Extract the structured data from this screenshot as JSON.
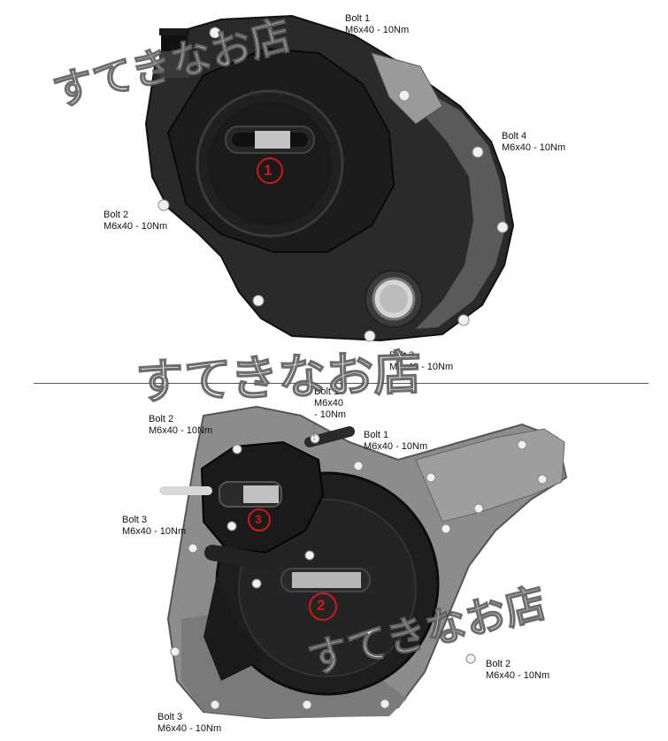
{
  "top_cover": {
    "marker": "1",
    "labels": [
      {
        "name": "Bolt 1",
        "spec": "M6x40 - 10Nm"
      },
      {
        "name": "Bolt 4",
        "spec": "M6x40 - 10Nm"
      },
      {
        "name": "Bolt 2",
        "spec": "M6x40 - 10Nm"
      },
      {
        "name": "Bolt 3",
        "spec": "M6x40 - 10Nm"
      }
    ]
  },
  "bottom_cover": {
    "marker_cover": "2",
    "marker_pump": "3",
    "labels": [
      {
        "name": "Bolt 1",
        "spec": "M6x40",
        "extra": "- 10Nm"
      },
      {
        "name": "Bolt 2",
        "spec": "M6x40 - 10Nm"
      },
      {
        "name": "Bolt 1",
        "spec": "M6x40 - 10Nm"
      },
      {
        "name": "Bolt 3",
        "spec": "M6x40 - 10Nm"
      },
      {
        "name": "Bolt 2",
        "spec": "M6x40 - 10Nm"
      },
      {
        "name": "Bolt 3",
        "spec": "M6x40 - 10Nm"
      }
    ]
  },
  "watermark": "すてきなお店",
  "colors": {
    "marker": "#d01818",
    "cover_dark": "#1c1c1c",
    "frame_gray": "#8a8a8a"
  }
}
